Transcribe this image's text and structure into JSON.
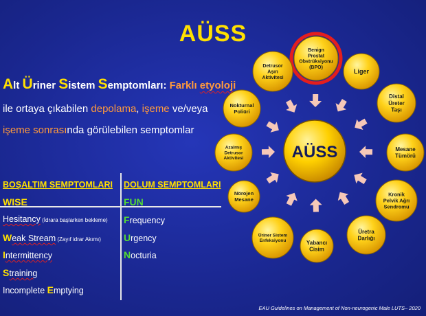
{
  "title": "AÜSS",
  "definition": {
    "i1": "A",
    "w1": "lt ",
    "i2": "Ü",
    "w2": "riner ",
    "i3": "S",
    "w3": "istem ",
    "i4": "S",
    "w4": "emptomları: ",
    "o1": "Farklı ",
    "o2": "etyoloji",
    "line2_a": "ile ortaya çıkabilen ",
    "line2_o1": "depolama",
    "line2_b": ", ",
    "line2_o2": "işeme",
    "line2_c": " ve/veya",
    "line3_o": "işeme sonrası",
    "line3_a": "nda görülebilen semptomlar"
  },
  "table": {
    "left_header": "BOŞALTIM SEMPTOMLARI",
    "right_header": "DOLUM SEMPTOMLARI",
    "left_acronym": "WISE",
    "right_acronym": "FUN",
    "voiding": [
      {
        "ini": "",
        "rest": "Hesitancy",
        "note": " (İdrara başlarken bekleme)"
      },
      {
        "ini": "W",
        "rest": "eak Stream",
        "note": " (Zayıf idrar Akımı)"
      },
      {
        "ini": "I",
        "rest": "ntermittency",
        "note": ""
      },
      {
        "ini": "S",
        "rest": "training",
        "note": ""
      },
      {
        "text": "Incomplete ",
        "ini": "E",
        "rest": "mptying"
      }
    ],
    "storage": [
      {
        "ini": "F",
        "rest": "requency"
      },
      {
        "ini": "U",
        "rest": "rgency"
      },
      {
        "ini": "N",
        "rest": "octuria"
      }
    ]
  },
  "diagram": {
    "center": "AÜSS",
    "nodes": [
      {
        "lines": [
          "Benign",
          "Prostat",
          "Obstrüksiyonu",
          "(BPO)"
        ],
        "highlight": true
      },
      {
        "lines": [
          "Liger"
        ]
      },
      {
        "lines": [
          "Distal",
          "Üreter",
          "Taşı"
        ]
      },
      {
        "lines": [
          "Mesane",
          "Tümörü"
        ]
      },
      {
        "lines": [
          "Kronik",
          "Pelvik Ağrı",
          "Sendromu"
        ]
      },
      {
        "lines": [
          "Üretra",
          "Darlığı"
        ]
      },
      {
        "lines": [
          "Yabancı",
          "Cisim"
        ]
      },
      {
        "lines": [
          "Üriner Sistem",
          "Enfeksiyonu"
        ]
      },
      {
        "lines": [
          "Nörojen",
          "Mesane"
        ]
      },
      {
        "lines": [
          "Azalmış",
          "Detrusor",
          "Aktivitesi"
        ]
      },
      {
        "lines": [
          "Nokturnal",
          "Poliüri"
        ]
      },
      {
        "lines": [
          "Detrusor",
          "Aşırı",
          "Aktivitesi"
        ]
      }
    ]
  },
  "footer": "EAU Guidelines on Management of Non-neurogenic Male LUTS– 2020",
  "colors": {
    "background": "#1d2a9a",
    "yellow": "#ffe000",
    "orange": "#ff9a3c",
    "green": "#55dd33",
    "highlight_ring": "#e41e1e",
    "arrow": "#f6c8b8"
  }
}
